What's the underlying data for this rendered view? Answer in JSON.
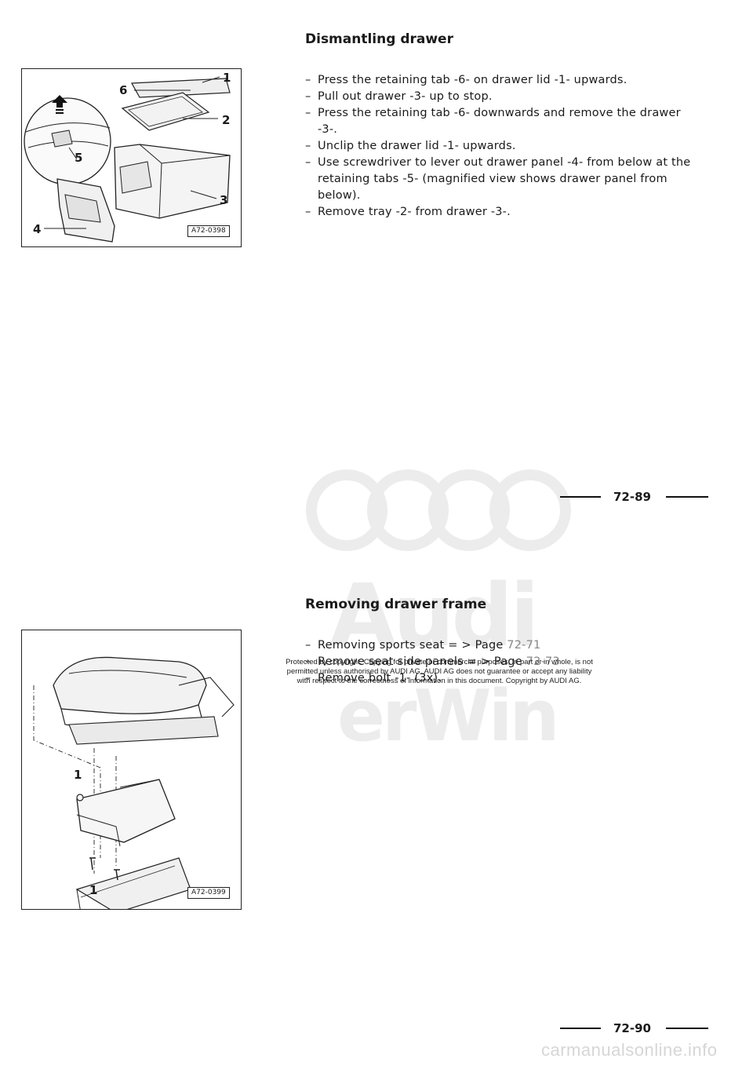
{
  "section1": {
    "title": "Dismantling drawer",
    "steps": [
      "Press the retaining tab -6- on drawer lid -1- upwards.",
      "Pull out drawer -3- up to stop.",
      "Press the retaining tab -6- downwards and remove the drawer -3-.",
      "Unclip the drawer lid -1- upwards.",
      "Use screwdriver to lever out drawer panel -4- from below at the retaining tabs -5- (magnified view shows drawer panel from below).",
      "Remove tray -2- from drawer -3-."
    ],
    "figure": {
      "tag": "A72-0398",
      "callouts": [
        "1",
        "6",
        "2",
        "5",
        "3",
        "4"
      ]
    },
    "page_number": "72-89"
  },
  "section2": {
    "title": "Removing drawer frame",
    "steps": [
      {
        "text": "Removing sports seat = > Page ",
        "ref": "72-71"
      },
      {
        "text": "Remove seat side panels = > Page ",
        "ref": "72-73"
      },
      {
        "text": "Remove bolt -1- (3x).",
        "ref": ""
      }
    ],
    "figure": {
      "tag": "A72-0399",
      "callouts": [
        "1",
        "1"
      ]
    },
    "page_number": "72-90"
  },
  "notice": {
    "line1": "Protected by copyright. Copying for private or commercial purposes, in part or in whole, is not",
    "line2": "permitted unless authorised by AUDI AG. AUDI AG does not guarantee or accept any liability",
    "line3": "with respect to the correctness of information in this document. Copyright by AUDI AG."
  },
  "watermarks": {
    "brand": "Audi",
    "suffix": "erWin",
    "site": "carmanualsonline.info"
  },
  "icons": [
    "up-arrow-icon"
  ]
}
